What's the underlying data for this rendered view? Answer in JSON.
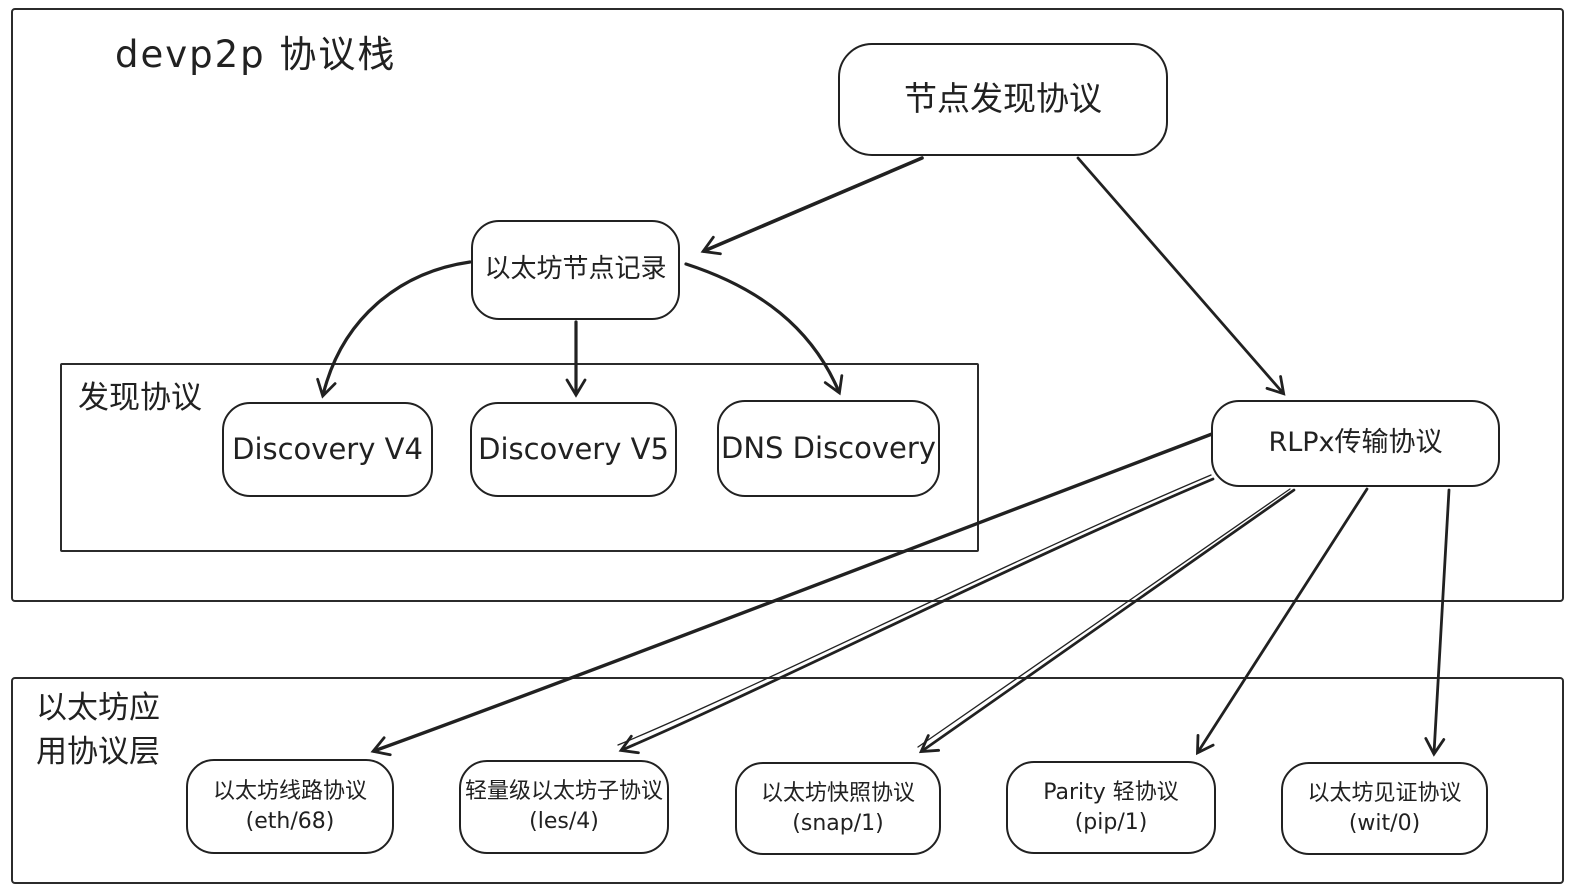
{
  "title": "devp2p 协议栈",
  "groups": {
    "discovery": {
      "label": "发现协议"
    },
    "app_layer": {
      "label_line1": "以太坊应",
      "label_line2": "用协议层"
    }
  },
  "nodes": {
    "node_discovery": {
      "label": "节点发现协议"
    },
    "enr": {
      "label": "以太坊节点记录"
    },
    "discovery_v4": {
      "label": "Discovery V4"
    },
    "discovery_v5": {
      "label": "Discovery V5"
    },
    "dns_discovery": {
      "label": "DNS Discovery"
    },
    "rlpx": {
      "label": "RLPx传输协议"
    },
    "eth": {
      "line1": "以太坊线路协议",
      "line2": "(eth/68)"
    },
    "les": {
      "line1": "轻量级以太坊子协议",
      "line2": "(les/4)"
    },
    "snap": {
      "line1": "以太坊快照协议",
      "line2": "(snap/1)"
    },
    "pip": {
      "line1": "Parity 轻协议",
      "line2": "(pip/1)"
    },
    "wit": {
      "line1": "以太坊见证协议",
      "line2": "(wit/0)"
    }
  },
  "edges": [
    {
      "from": "节点发现协议",
      "to": "以太坊节点记录"
    },
    {
      "from": "节点发现协议",
      "to": "RLPx传输协议"
    },
    {
      "from": "以太坊节点记录",
      "to": "Discovery V4"
    },
    {
      "from": "以太坊节点记录",
      "to": "Discovery V5"
    },
    {
      "from": "以太坊节点记录",
      "to": "DNS Discovery"
    },
    {
      "from": "RLPx传输协议",
      "to": "以太坊线路协议 (eth/68)"
    },
    {
      "from": "RLPx传输协议",
      "to": "轻量级以太坊子协议 (les/4)"
    },
    {
      "from": "RLPx传输协议",
      "to": "以太坊快照协议 (snap/1)"
    },
    {
      "from": "RLPx传输协议",
      "to": "Parity 轻协议 (pip/1)"
    },
    {
      "from": "RLPx传输协议",
      "to": "以太坊见证协议 (wit/0)"
    }
  ],
  "colors": {
    "stroke": "#212121",
    "background": "#ffffff"
  }
}
